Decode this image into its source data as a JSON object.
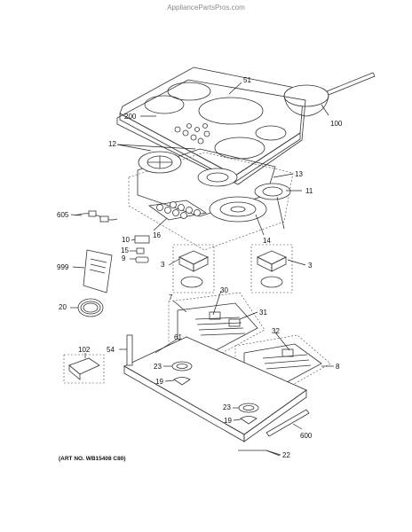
{
  "watermark": "AppliancePartsPros.com",
  "art_number": "(ART NO. WB15408 C80)",
  "callouts": {
    "c51": "51",
    "c100": "100",
    "c200": "200",
    "c12": "12",
    "c13": "13",
    "c11": "11",
    "c605": "605",
    "c16": "16",
    "c14": "14",
    "c10": "10",
    "c15": "15",
    "c9": "9",
    "c999": "999",
    "c3a": "3",
    "c3b": "3",
    "c20": "20",
    "c7": "7",
    "c30": "30",
    "c31": "31",
    "c32": "32",
    "c54": "54",
    "c61": "61",
    "c8": "8",
    "c102": "102",
    "c23a": "23",
    "c19a": "19",
    "c23b": "23",
    "c19b": "19",
    "c600": "600",
    "c22": "22"
  }
}
